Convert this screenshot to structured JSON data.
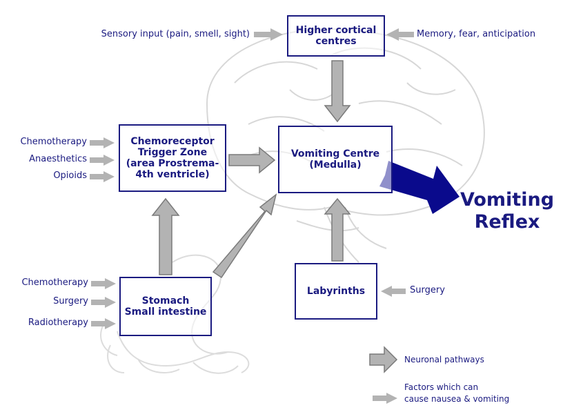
{
  "boxes": {
    "higher_cortical": "Higher cortical\ncentres",
    "ctz": "Chemoreceptor\nTrigger Zone\n(area Prostrema-\n4th ventricle)",
    "vomiting_centre": "Vomiting Centre\n(Medulla)",
    "stomach": "Stomach\nSmall intestine",
    "labyrinths": "Labyrinths"
  },
  "factors": {
    "sensory_input": "Sensory input (pain, smell, sight)",
    "memory": "Memory, fear, anticipation",
    "ctz_chemo": "Chemotherapy",
    "ctz_anaesthetics": "Anaesthetics",
    "ctz_opioids": "Opioids",
    "stomach_chemo": "Chemotherapy",
    "stomach_surgery": "Surgery",
    "stomach_radio": "Radiotherapy",
    "labyrinth_surgery": "Surgery"
  },
  "outcome": {
    "line1": "Vomiting",
    "line2": "Reflex"
  },
  "legend": {
    "neuronal": "Neuronal pathways",
    "factors": "Factors which can\ncause nausea & vomiting"
  },
  "colors": {
    "text": "#1a1a80",
    "box_border": "#1a1a80",
    "pathway_fill": "#b3b3b3",
    "pathway_stroke": "#7a7a7a",
    "factor_arrow": "#b3b3b3",
    "reflex_arrow": "#0a0a8c",
    "brain_outline": "#d7d7d7"
  }
}
